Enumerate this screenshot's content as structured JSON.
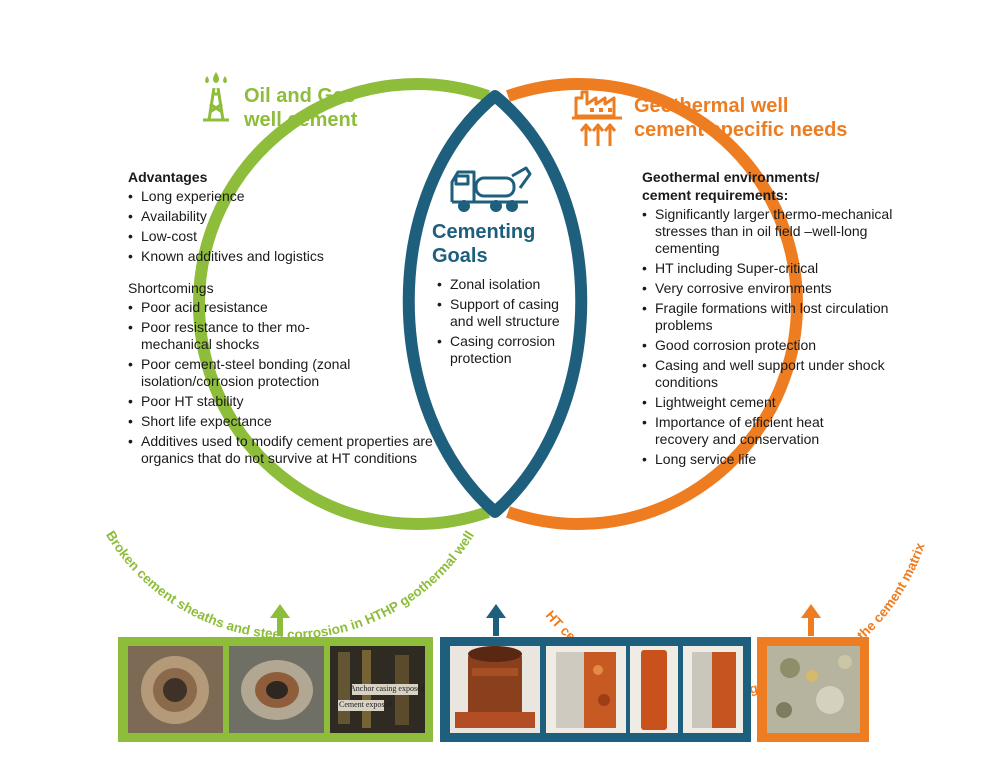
{
  "left": {
    "title_line1": "Oil and Gas",
    "title_line2": "well cement",
    "advantages_header": "Advantages",
    "advantages": [
      "Long experience",
      "Availability",
      "Low-cost",
      "Known additives and logistics"
    ],
    "shortcomings_header": "Shortcomings",
    "shortcomings": [
      "Poor acid resistance",
      "Poor resistance to ther mo-mechanical shocks",
      "Poor cement-steel bonding (zonal isolation/corrosion protection",
      "Poor HT stability",
      "Short life expectance",
      "Additives used to modify cement properties are organics that do not survive at HT conditions"
    ],
    "arc_caption": "Broken cement sheaths and steel corrosion in HTHP geothermal well"
  },
  "center": {
    "title_line1": "Cementing",
    "title_line2": "Goals",
    "goals": [
      "Zonal isolation",
      "Support of casing and well structure",
      "Casing corrosion protection"
    ]
  },
  "right": {
    "title_line1": "Geothermal well",
    "title_line2": "cement specific needs",
    "header_line1": "Geothermal environments/",
    "header_line2": "cement requirements:",
    "needs": [
      "Significantly larger thermo-mechanical stresses than in oil field –well-long cementing",
      "HT including Super-critical",
      "Very corrosive environments",
      "Fragile formations with lost circulation problems",
      "Good corrosion protection",
      "Casing and well support under shock conditions",
      "Lightweight cement",
      "Importance of efficient heat recovery and conservation",
      "Long service life"
    ],
    "arc_caption": "HT cement test: Melted/degraded organic inclusions in the cement matrix"
  },
  "photos": {
    "photo3_label_a": "Anchor casing exposed",
    "photo3_label_b": "Cement exposed"
  },
  "colors": {
    "green": "#8dbd3a",
    "orange": "#ee7d22",
    "blue": "#1e5f7d"
  },
  "icons": {
    "left": "oil-derrick-icon",
    "center": "cement-truck-icon",
    "right": "geothermal-plant-icon"
  }
}
